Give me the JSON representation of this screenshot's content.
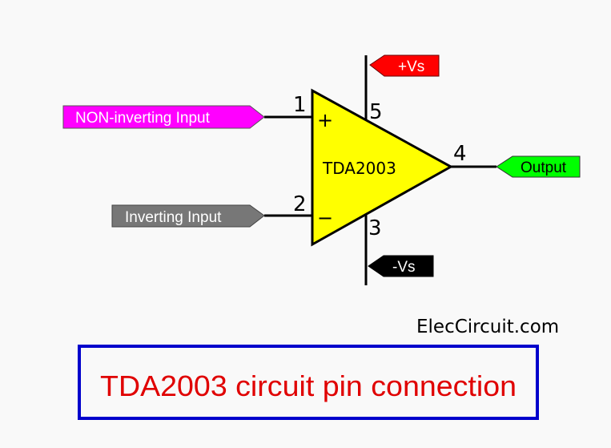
{
  "diagram": {
    "chip_label": "TDA2003",
    "pins": {
      "pin1": "1",
      "pin2": "2",
      "pin3": "3",
      "pin4": "4",
      "pin5": "5"
    },
    "signs": {
      "plus": "+",
      "minus": "−"
    },
    "tags": {
      "non_inverting": "NON-inverting Input",
      "inverting": "Inverting Input",
      "output": "Output",
      "pos_supply": "+Vs",
      "neg_supply": "-Vs"
    },
    "colors": {
      "non_inverting": "#ff00ff",
      "inverting": "#777777",
      "output": "#00ff00",
      "pos_supply": "#ff0000",
      "neg_supply": "#000000",
      "chip": "#ffff00",
      "caption_border": "#0000cc",
      "caption_text": "#e00000"
    }
  },
  "watermark": "ElecCircuit.com",
  "caption": "TDA2003 circuit pin connection"
}
